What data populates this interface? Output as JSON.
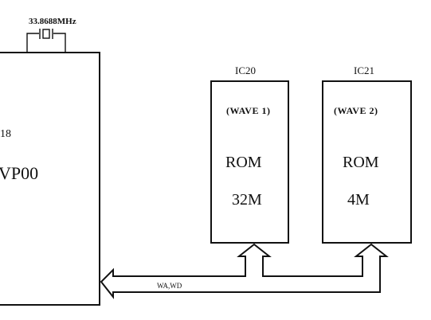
{
  "crystal": {
    "label": "33.8688MHz"
  },
  "chip": {
    "label_partial": "18",
    "name_partial": "VP00"
  },
  "rom_ic20": {
    "ic": "IC20",
    "wave": "(WAVE 1)",
    "type": "ROM",
    "size": "32M"
  },
  "rom_ic21": {
    "ic": "IC21",
    "wave": "(WAVE 2)",
    "type": "ROM",
    "size": "4M"
  },
  "bus": {
    "label": "WA,WD"
  }
}
